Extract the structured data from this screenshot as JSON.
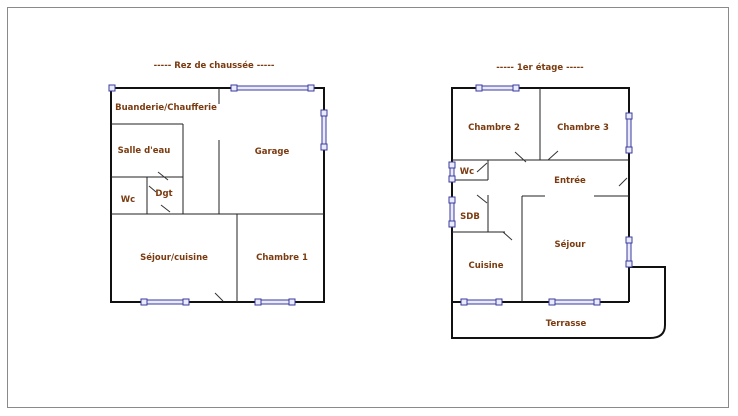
{
  "ground_floor": {
    "title": "----- Rez de chaussée -----",
    "rooms": {
      "laundry": "Buanderie/Chaufferie",
      "bathroom": "Salle d'eau",
      "garage": "Garage",
      "wc": "Wc",
      "hall": "Dgt",
      "living_kitchen": "Séjour/cuisine",
      "bedroom1": "Chambre 1"
    }
  },
  "first_floor": {
    "title": "----- 1er étage -----",
    "rooms": {
      "bedroom2": "Chambre 2",
      "bedroom3": "Chambre 3",
      "wc": "Wc",
      "entrance": "Entrée",
      "bathroom": "SDB",
      "living": "Séjour",
      "kitchen": "Cuisine",
      "terrace": "Terrasse"
    }
  },
  "colors": {
    "label": "#7a3b10",
    "wall": "#111111",
    "window": "#3b3b9a"
  }
}
